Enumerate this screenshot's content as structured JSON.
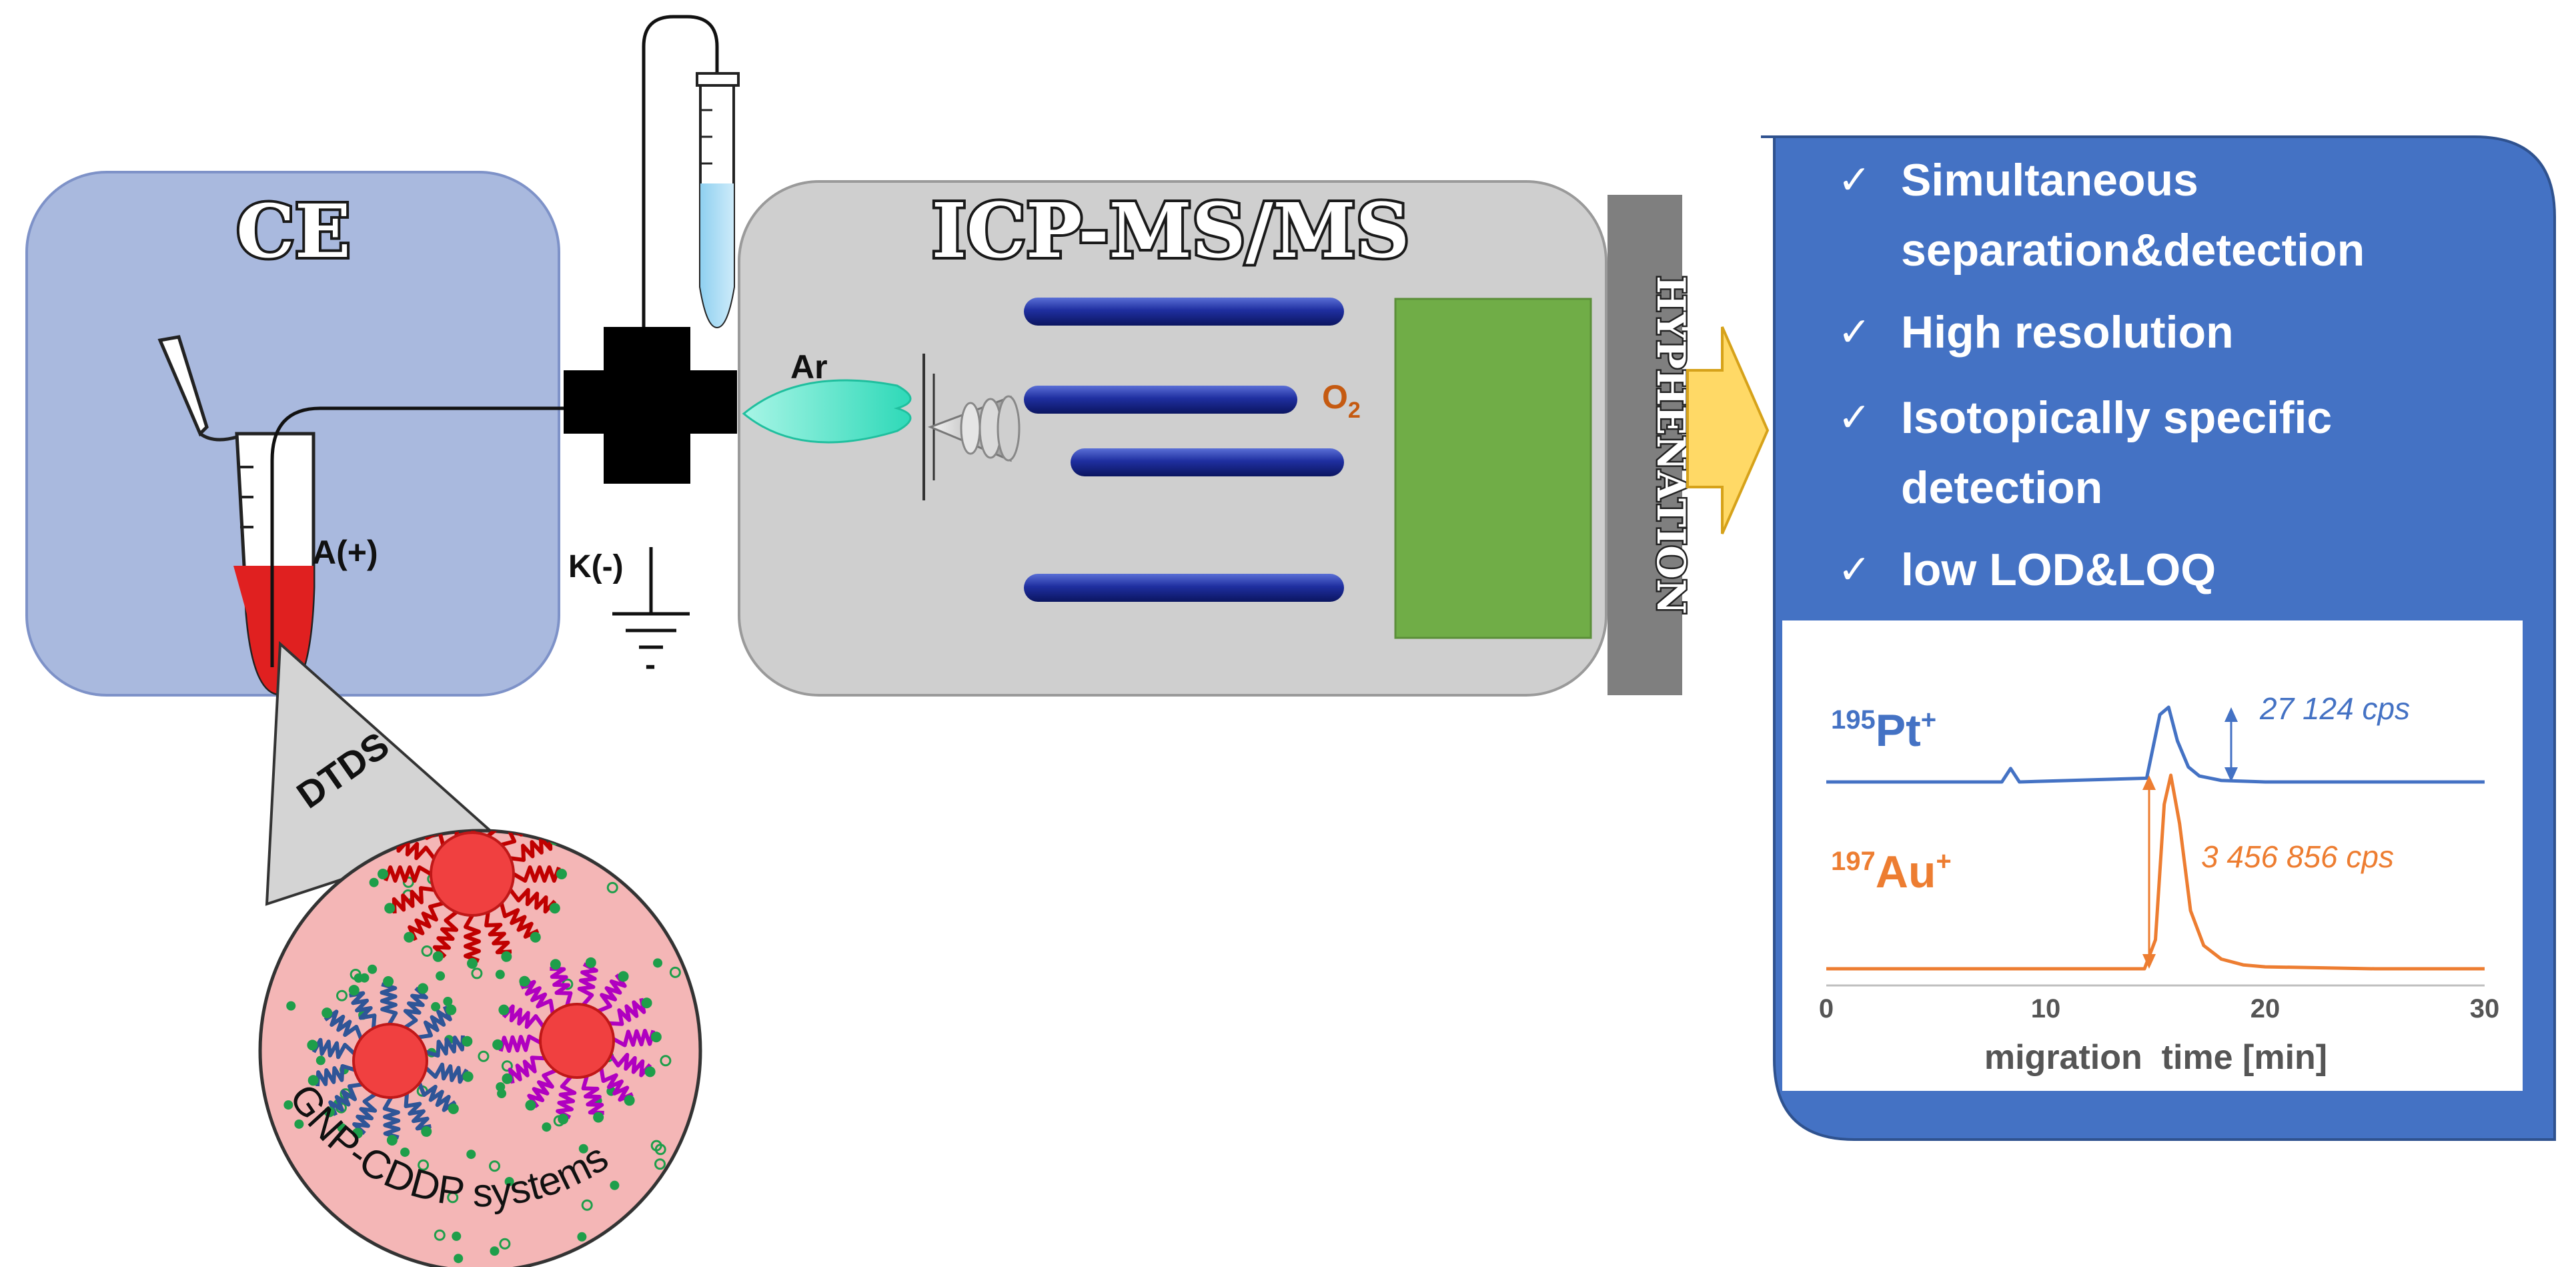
{
  "ce_panel": {
    "title": "CE",
    "anode_label": "A(+)",
    "cathode_label": "K(-)",
    "ground_label": "-"
  },
  "icp_panel": {
    "title": "ICP-MS/MS",
    "gas_label": "Ar",
    "reaction_gas": "O",
    "reaction_gas_subscript": "2"
  },
  "hyphenation_label": "HYPHENATION",
  "inset": {
    "wedge_label": "DTDS",
    "system_label": "GNP-CDDP systems"
  },
  "results_panel": {
    "bullets": [
      {
        "lines": [
          "Simultaneous",
          "separation&detection"
        ]
      },
      {
        "lines": [
          "High resolution"
        ]
      },
      {
        "lines": [
          "Isotopically specific",
          "detection"
        ]
      },
      {
        "lines": [
          "low LOD&LOQ"
        ]
      }
    ],
    "check_glyph": "✓"
  },
  "colors": {
    "ce_box": "#A9B9DE",
    "icp_box": "#CFCFCF",
    "results_box": "#4472C4",
    "pt_trace": "#4472C4",
    "au_trace": "#ED7D31",
    "detector": "#70AD47",
    "arrow": "#FFD966",
    "sample_fill": "#E02020",
    "inset_fill": "#F4B6B6"
  },
  "chart_data": {
    "type": "line",
    "title": "",
    "xlabel": "migration  time [min]",
    "ylabel": "",
    "xlim": [
      0,
      30
    ],
    "xticks": [
      0,
      10,
      20,
      30
    ],
    "grid": false,
    "series": [
      {
        "name": "Pt",
        "mass": "195",
        "charge": "+",
        "annotation": "27 124 cps",
        "x": [
          0,
          8.0,
          8.4,
          8.8,
          14.6,
          15.2,
          15.6,
          16.0,
          16.5,
          17.0,
          18.0,
          20,
          25,
          30
        ],
        "y": [
          0,
          0,
          0.18,
          0,
          0.05,
          0.9,
          1.0,
          0.55,
          0.2,
          0.08,
          0.02,
          0,
          0,
          0
        ]
      },
      {
        "name": "Au",
        "mass": "197",
        "charge": "+",
        "annotation": "3 456 856 cps",
        "x": [
          0,
          14.5,
          15.0,
          15.4,
          15.7,
          16.1,
          16.6,
          17.2,
          18.0,
          19.0,
          20,
          25,
          30
        ],
        "y": [
          0,
          0,
          0.15,
          0.85,
          1.0,
          0.75,
          0.3,
          0.12,
          0.05,
          0.02,
          0.01,
          0,
          0
        ]
      }
    ]
  }
}
